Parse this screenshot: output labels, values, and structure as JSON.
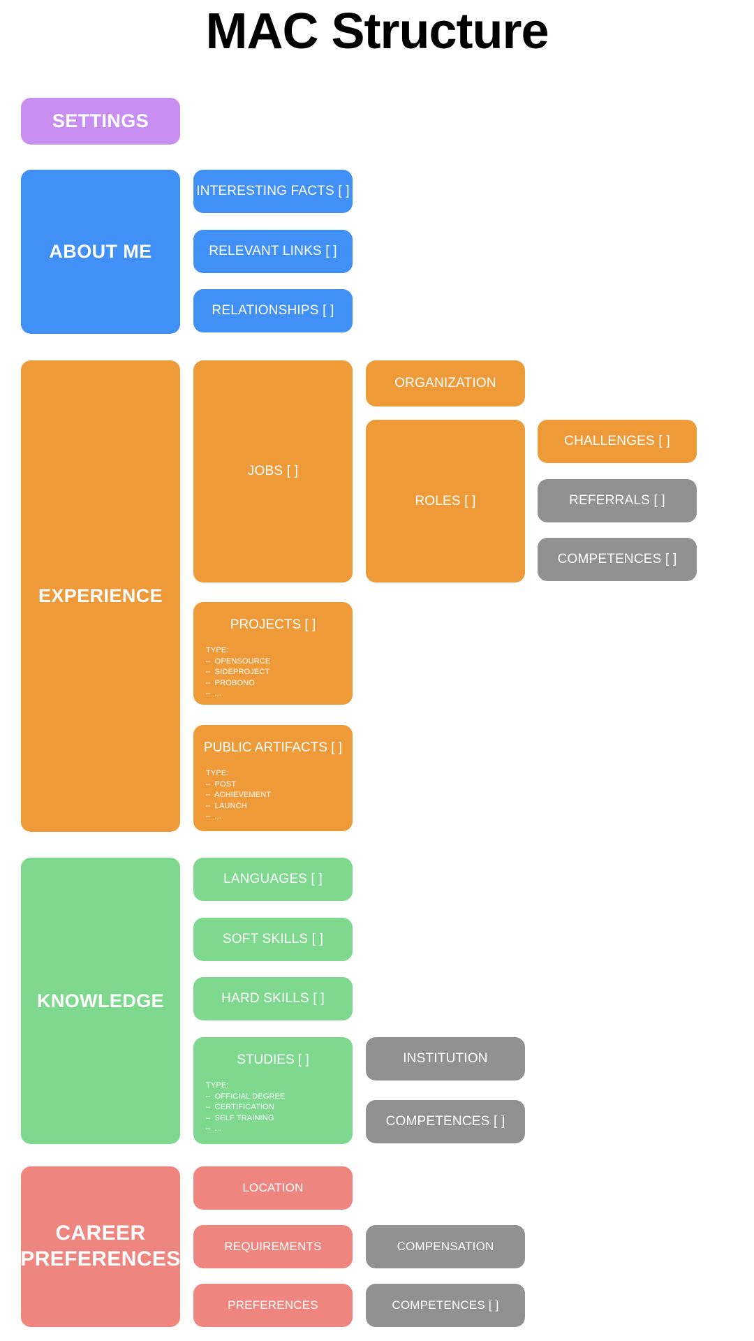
{
  "page": {
    "title": "MAC Structure",
    "background": "#ffffff"
  },
  "colors": {
    "settings_purple": "#c98ef2",
    "about_blue": "#4090f5",
    "experience_orange": "#ef9a39",
    "knowledge_green": "#7ed98f",
    "career_red": "#ef857f",
    "shared_gray": "#919191",
    "text_white": "#ffffff",
    "title_black": "#000000"
  },
  "sections": {
    "settings": {
      "label": "SETTINGS"
    },
    "about_me": {
      "label": "ABOUT ME",
      "children": [
        {
          "label": "INTERESTING FACTS [ ]"
        },
        {
          "label": "RELEVANT LINKS [ ]"
        },
        {
          "label": "RELATIONSHIPS [ ]"
        }
      ]
    },
    "experience": {
      "label": "EXPERIENCE",
      "jobs": {
        "label": "JOBS [ ]"
      },
      "organization": {
        "label": "ORGANIZATION"
      },
      "roles": {
        "label": "ROLES [ ]"
      },
      "challenges": {
        "label": "CHALLENGES [ ]"
      },
      "referrals": {
        "label": "REFERRALS [ ]"
      },
      "competences": {
        "label": "COMPETENCES [ ]"
      },
      "projects": {
        "label": "PROJECTS [ ]",
        "type_heading": "TYPE:",
        "types": [
          "–  OPENSOURCE",
          "–  SIDEPROJECT",
          "–  PROBONO",
          "–  ..."
        ]
      },
      "public_artifacts": {
        "label": "PUBLIC ARTIFACTS [ ]",
        "type_heading": "TYPE:",
        "types": [
          "–  POST",
          "–  ACHIEVEMENT",
          "–  LAUNCH",
          "–  ..."
        ]
      }
    },
    "knowledge": {
      "label": "KNOWLEDGE",
      "languages": {
        "label": "LANGUAGES [ ]"
      },
      "soft_skills": {
        "label": "SOFT SKILLS [ ]"
      },
      "hard_skills": {
        "label": "HARD SKILLS [ ]"
      },
      "studies": {
        "label": "STUDIES [ ]",
        "type_heading": "TYPE:",
        "types": [
          "–  OFFICIAL DEGREE",
          "–  CERTIFICATION",
          "–  SELF TRAINING",
          "–  ..."
        ]
      },
      "institution": {
        "label": "INSTITUTION"
      },
      "competences": {
        "label": "COMPETENCES [ ]"
      }
    },
    "career_preferences": {
      "label": "CAREER PREFERENCES",
      "location": {
        "label": "LOCATION"
      },
      "requirements": {
        "label": "REQUIREMENTS"
      },
      "preferences": {
        "label": "PREFERENCES"
      },
      "compensation": {
        "label": "COMPENSATION"
      },
      "competences": {
        "label": "COMPETENCES [ ]"
      }
    }
  }
}
